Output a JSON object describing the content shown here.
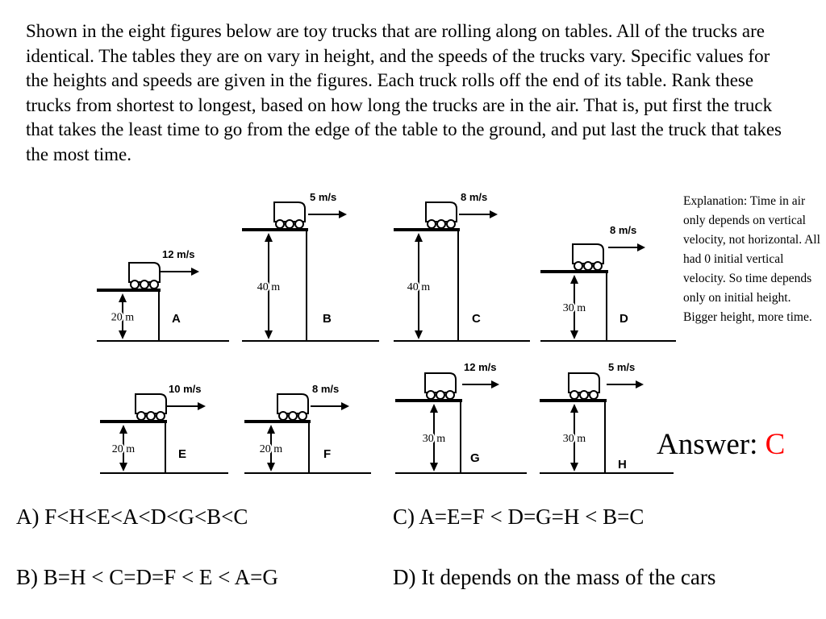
{
  "question": "Shown in the eight figures below are toy trucks that are rolling along on tables. All of the trucks are identical. The tables they are on vary in height, and the speeds of the trucks vary. Specific values for the heights and speeds are given in the figures. Each truck rolls off the end of its table. Rank these trucks from shortest to longest, based on how long the trucks are in the air. That is, put first the truck that takes the least time to go from the edge of the table to the ground, and put last the truck that takes the most time.",
  "explanation": "Explanation: Time in air only depends on vertical velocity, not horizontal. All had 0 initial vertical velocity. So time depends only on initial height. Bigger height, more time.",
  "answer": {
    "label": "Answer: ",
    "letter": "C",
    "letter_color": "#ff0000"
  },
  "choices": {
    "a": "A) F<H<E<A<D<G<B<C",
    "b": "B) B=H < C=D=F < E < A=G",
    "c": "C) A=E=F < D=G=H < B=C",
    "d": "D) It depends on the mass of the cars"
  },
  "figures": [
    {
      "letter": "A",
      "speed": "12 m/s",
      "height": "20 m"
    },
    {
      "letter": "B",
      "speed": "5 m/s",
      "height": "40 m"
    },
    {
      "letter": "C",
      "speed": "8 m/s",
      "height": "40 m"
    },
    {
      "letter": "D",
      "speed": "8 m/s",
      "height": "30 m"
    },
    {
      "letter": "E",
      "speed": "10 m/s",
      "height": "20 m"
    },
    {
      "letter": "F",
      "speed": "8 m/s",
      "height": "20 m"
    },
    {
      "letter": "G",
      "speed": "12 m/s",
      "height": "30 m"
    },
    {
      "letter": "H",
      "speed": "5 m/s",
      "height": "30 m"
    }
  ]
}
